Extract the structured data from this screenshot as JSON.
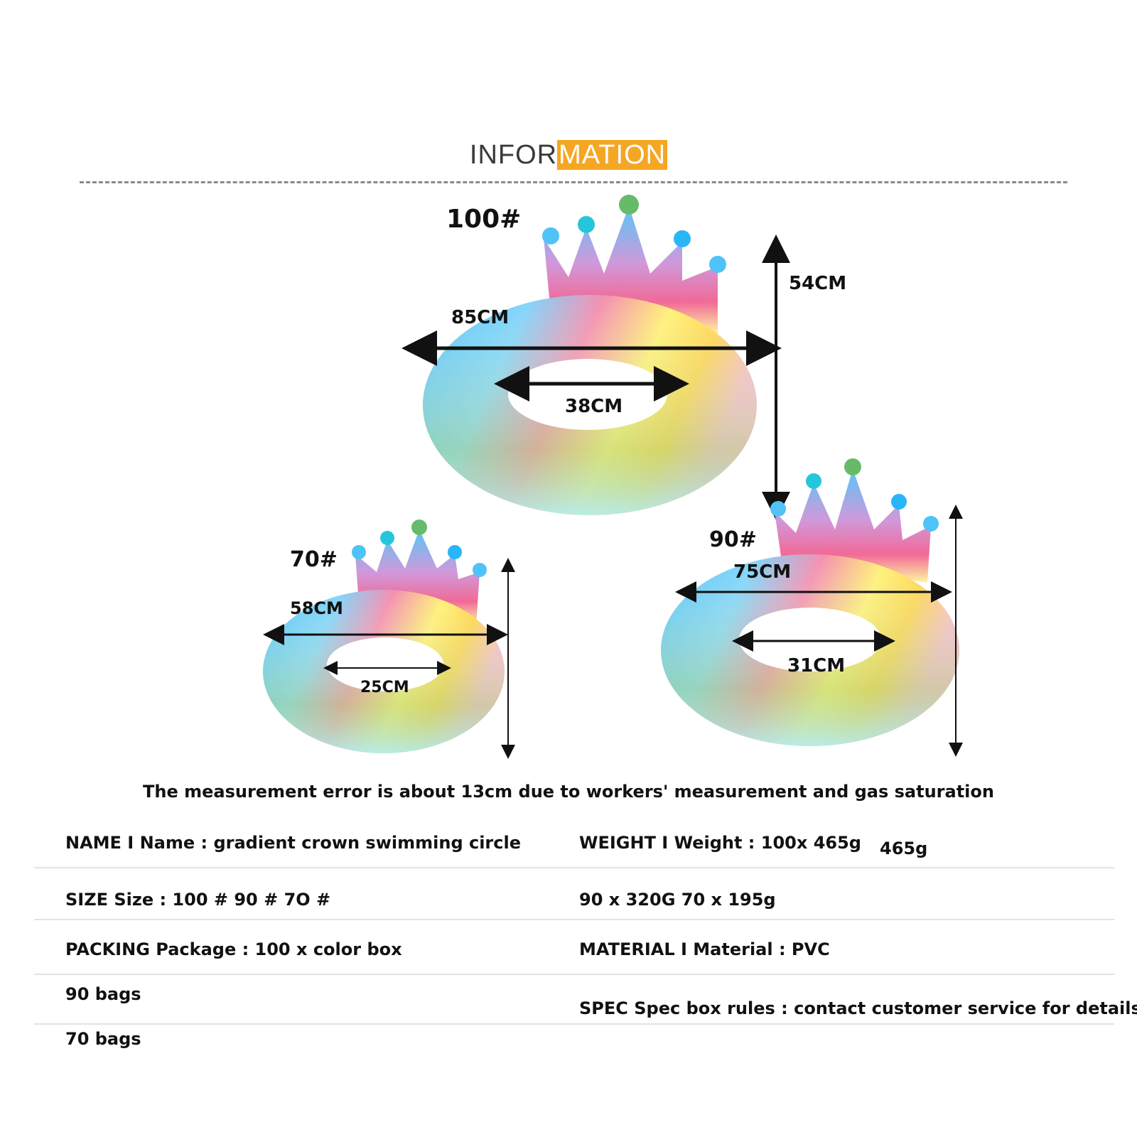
{
  "header": {
    "title_part1": "INFOR",
    "title_part2": "MATION",
    "accent_color": "#f5a623"
  },
  "products": {
    "large": {
      "size": "100#",
      "outer_width": "85CM",
      "inner_width": "38CM",
      "height": "54CM"
    },
    "medium": {
      "size": "90#",
      "outer_width": "75CM",
      "inner_width": "31CM"
    },
    "small": {
      "size": "70#",
      "outer_width": "58CM",
      "inner_width": "25CM"
    }
  },
  "note": "The measurement error is about 13cm due to workers' measurement and gas saturation",
  "specs": {
    "name": "NAME I Name : gradient crown swimming circle",
    "weight": "WEIGHT I Weight : 100x 465g",
    "weight_extra": "465g",
    "size": "SIZE Size : 100 # 90 # 7O #",
    "weight_cont": "90 x 320G 70 x 195g",
    "packing": "PACKING Package : 100 x color box",
    "material": "MATERIAL I Material : PVC",
    "bags_90": "90 bags",
    "spec_rules": "SPEC Spec box rules : contact customer service for details",
    "bags_70": "70 bags"
  }
}
